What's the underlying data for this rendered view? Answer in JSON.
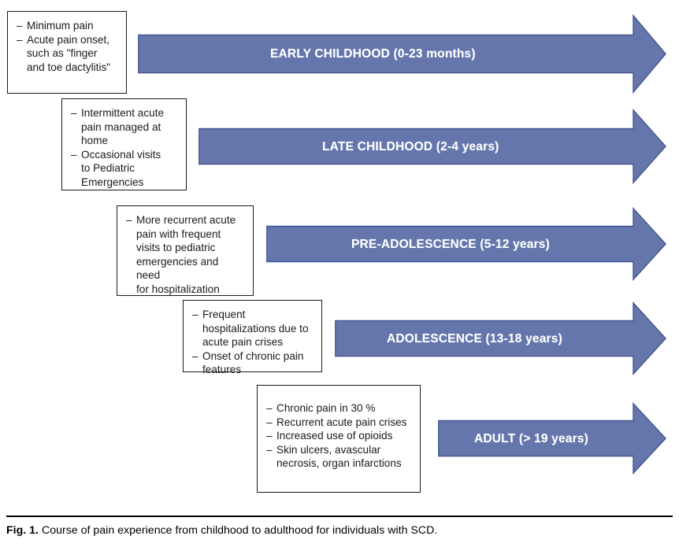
{
  "figure": {
    "caption_label": "Fig. 1.",
    "caption_text": "Course of pain experience from childhood to adulthood for individuals with SCD.",
    "arrow_fill": "#6476ac",
    "arrow_stroke": "#44578f",
    "box_border": "#1a1a1a",
    "label_color": "#ffffff",
    "background": "#ffffff"
  },
  "chart_data": {
    "type": "diagram",
    "title": "Course of pain experience from childhood to adulthood for individuals with SCD.",
    "stages": [
      {
        "label": "EARLY CHILDHOOD (0-23 months)",
        "age_range": "0-23 months",
        "bullets": [
          "Minimum pain",
          "Acute pain onset, such as \"finger and toe dactylitis\""
        ]
      },
      {
        "label": "LATE CHILDHOOD (2-4 years)",
        "age_range": "2-4 years",
        "bullets": [
          "Intermittent acute pain managed at home",
          "Occasional visits to Pediatric Emergencies"
        ]
      },
      {
        "label": "PRE-ADOLESCENCE (5-12 years)",
        "age_range": "5-12 years",
        "bullets": [
          "More recurrent acute pain with frequent visits to pediatric emergencies and need for hospitalization"
        ]
      },
      {
        "label": "ADOLESCENCE (13-18 years)",
        "age_range": "13-18 years",
        "bullets": [
          "Frequent hospitalizations due to acute pain crises",
          "Onset of chronic pain features"
        ]
      },
      {
        "label": "ADULT (> 19 years)",
        "age_range": "> 19 years",
        "bullets": [
          "Chronic pain in 30 %",
          "Recurrent acute pain crises",
          "Increased use of opioids",
          "Skin ulcers, avascular necrosis, organ infarctions"
        ]
      }
    ]
  },
  "boxes": [
    {
      "lines": [
        "Minimum pain",
        "Acute pain onset,<br>such as \"finger<br>and toe dactylitis\""
      ]
    },
    {
      "lines": [
        "Intermittent acute<br>pain managed at<br>home",
        "Occasional visits<br>to Pediatric<br>Emergencies"
      ]
    },
    {
      "lines": [
        "More recurrent acute<br>pain with frequent<br>visits to pediatric<br>emergencies and need<br>for hospitalization"
      ]
    },
    {
      "lines": [
        "Frequent<br>hospitalizations due to<br>acute pain crises",
        "Onset of chronic pain<br>features"
      ]
    },
    {
      "lines": [
        "Chronic pain in 30 %",
        "Recurrent acute pain crises",
        "Increased use of opioids",
        "Skin ulcers, avascular<br>necrosis, organ infarctions"
      ]
    }
  ]
}
